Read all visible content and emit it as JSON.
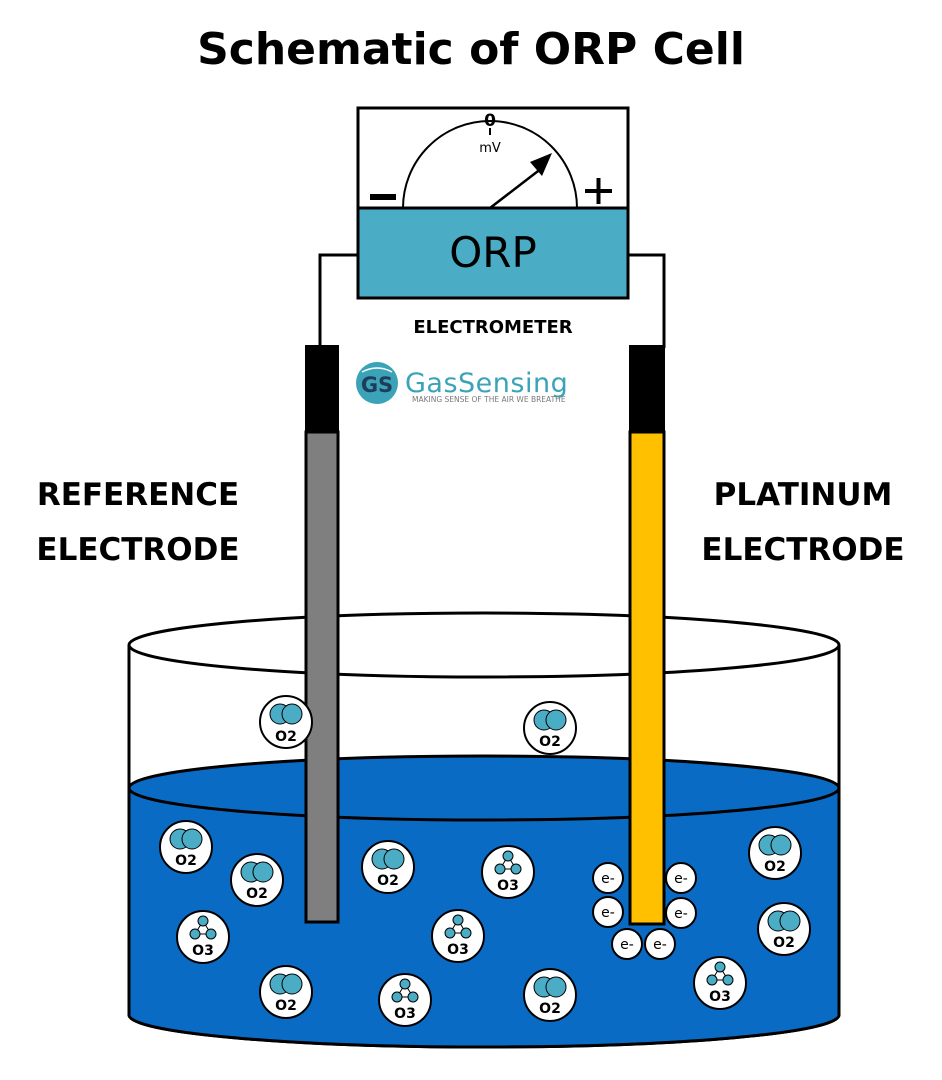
{
  "title": "Schematic of ORP Cell",
  "meter": {
    "zero_mark": "0",
    "unit": "mV",
    "minus": "−",
    "plus": "+",
    "name": "ORP",
    "caption": "ELECTROMETER"
  },
  "logo": {
    "monogram": "GS",
    "name": "GasSensing",
    "tagline": "MAKING SENSE OF THE AIR WE BREATHE"
  },
  "electrodes": {
    "reference": {
      "line1": "REFERENCE",
      "line2": "ELECTRODE"
    },
    "platinum": {
      "line1": "PLATINUM",
      "line2": "ELECTRODE"
    }
  },
  "molecules": {
    "o2_label": "O2",
    "o3_label": "O3",
    "electron_label": "e-"
  },
  "colors": {
    "solution": "#0a6bc4",
    "meter_body": "#4bacc6",
    "molecule": "#4bacc6",
    "reference_electrode": "#7f7f7f",
    "platinum_electrode": "#ffc000",
    "electrode_cap": "#000000",
    "logo_teal": "#3aa3b8"
  }
}
